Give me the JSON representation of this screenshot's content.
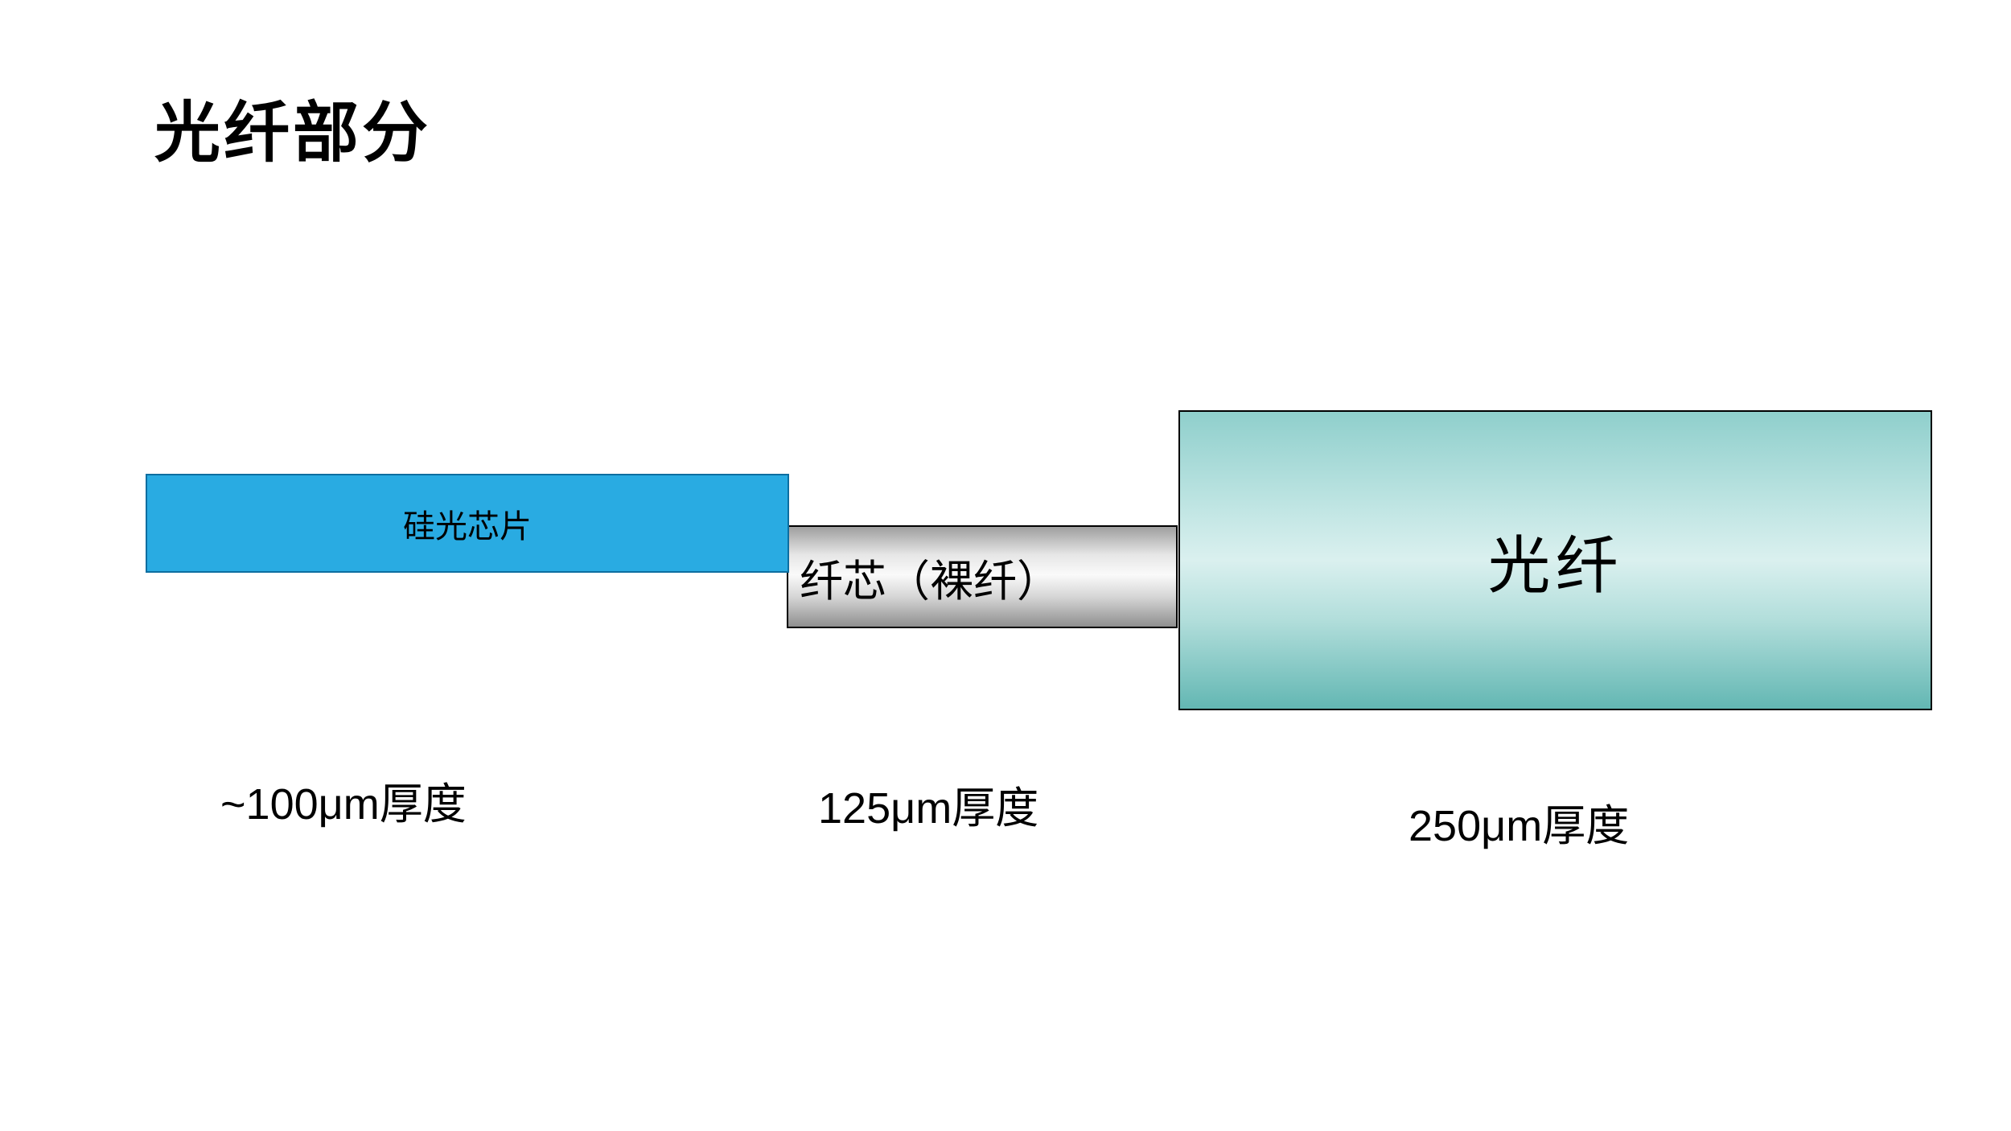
{
  "title": "光纤部分",
  "parts": {
    "chip": {
      "label": "硅光芯片",
      "thickness": "~100μm厚度",
      "color": "#29ABE2"
    },
    "core": {
      "label": "纤芯（裸纤）",
      "thickness": "125μm厚度",
      "color_top": "#9F9F9F",
      "color_mid": "#FAFAFA",
      "color_bottom": "#8F8F8F"
    },
    "fiber": {
      "label": "光纤",
      "thickness": "250μm厚度",
      "color_top": "#8FCFCC",
      "color_mid": "#DAF0EF",
      "color_bottom": "#63B7B3"
    }
  }
}
